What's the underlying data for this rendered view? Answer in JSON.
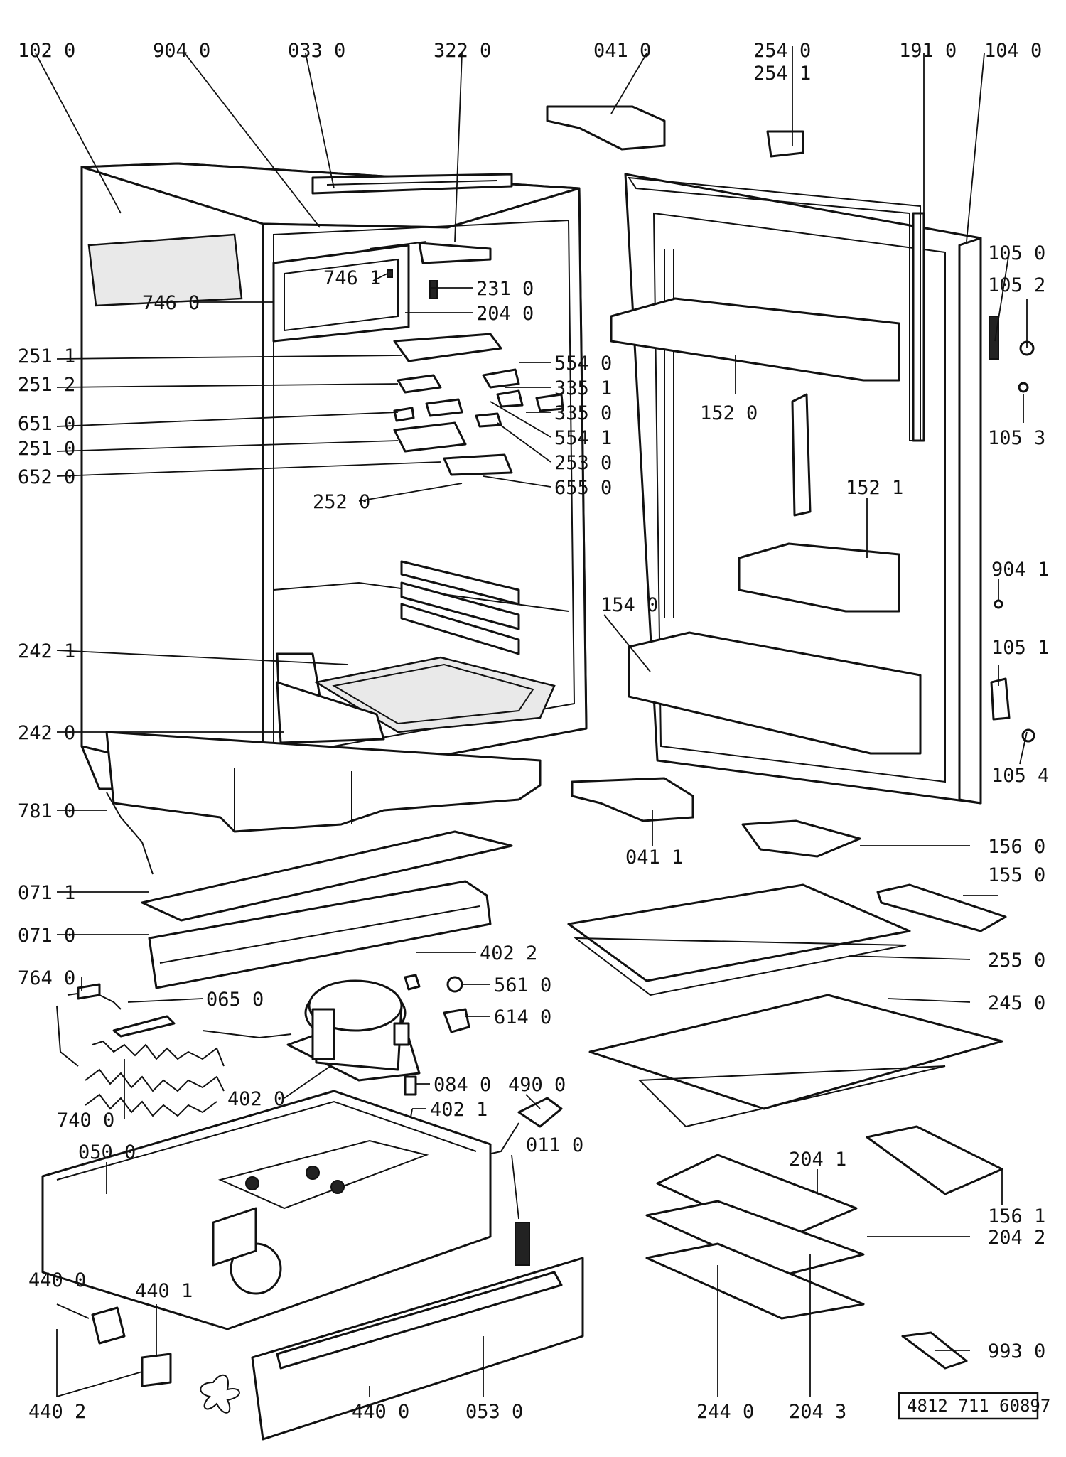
{
  "diagram": {
    "reference_number": "4812 711 60897",
    "labels": {
      "c102_0": "102 0",
      "c904_0": "904 0",
      "c033_0": "033 0",
      "c322_0": "322 0",
      "c041_0": "041 0",
      "c254_0": "254 0",
      "c254_1": "254 1",
      "c191_0": "191 0",
      "c104_0": "104 0",
      "c105_0": "105 0",
      "c105_2": "105 2",
      "c105_3": "105 3",
      "c746_1": "746 1",
      "c231_0": "231 0",
      "c746_0": "746 0",
      "c204_0": "204 0",
      "c251_1": "251 1",
      "c554_0": "554 0",
      "c251_2": "251 2",
      "c335_1": "335 1",
      "c651_0": "651 0",
      "c335_0": "335 0",
      "c554_1": "554 1",
      "c251_0": "251 0",
      "c253_0": "253 0",
      "c652_0": "652 0",
      "c655_0": "655 0",
      "c252_0": "252 0",
      "c152_0": "152 0",
      "c152_1": "152 1",
      "c904_1": "904 1",
      "c154_0": "154 0",
      "c105_1": "105 1",
      "c242_1": "242 1",
      "c242_0": "242 0",
      "c105_4": "105 4",
      "c781_0": "781 0",
      "c041_1": "041 1",
      "c156_0": "156 0",
      "c155_0": "155 0",
      "c071_1": "071 1",
      "c071_0": "071 0",
      "c402_2": "402 2",
      "c255_0": "255 0",
      "c764_0": "764 0",
      "c561_0": "561 0",
      "c065_0": "065 0",
      "c614_0": "614 0",
      "c245_0": "245 0",
      "c084_0": "084 0",
      "c490_0": "490 0",
      "c402_0": "402 0",
      "c402_1": "402 1",
      "c740_0": "740 0",
      "c050_0": "050 0",
      "c011_0": "011 0",
      "c204_1": "204 1",
      "c156_1": "156 1",
      "c204_2": "204 2",
      "c440_0a": "440 0",
      "c440_1": "440 1",
      "c993_0": "993 0",
      "c440_2": "440 2",
      "c440_0b": "440 0",
      "c053_0": "053 0",
      "c244_0": "244 0",
      "c204_3": "204 3"
    }
  }
}
